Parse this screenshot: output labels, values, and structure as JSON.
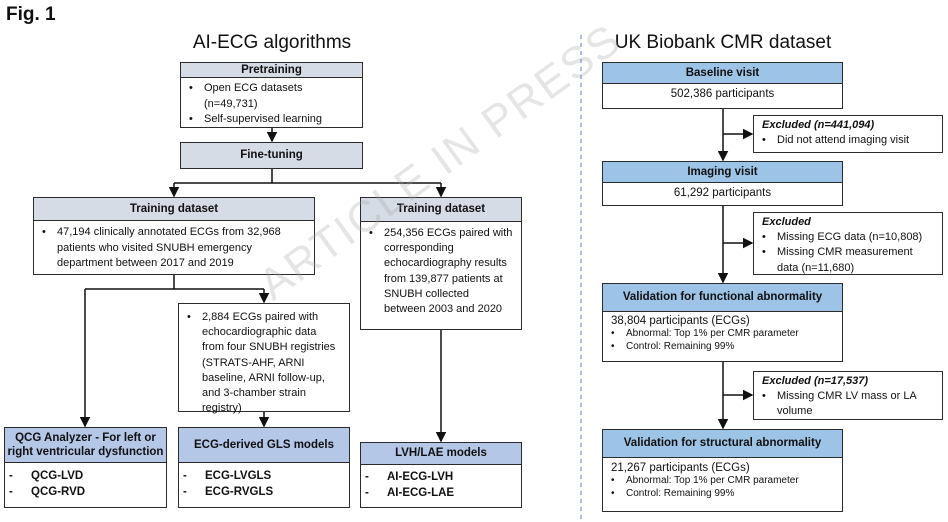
{
  "figure_label": "Fig. 1",
  "watermark": "ARTICLE IN PRESS",
  "colors": {
    "gray_header": "#d6dce5",
    "blue_header": "#9dc3e6",
    "model_header": "#b4c7e7"
  },
  "left": {
    "title": "AI-ECG algorithms",
    "pretraining": {
      "header": "Pretraining",
      "items": [
        "Open ECG datasets (n=49,731)",
        "Self-supervised learning"
      ]
    },
    "finetuning": {
      "header": "Fine-tuning"
    },
    "training_left": {
      "header": "Training dataset",
      "items": [
        "47,194 clinically annotated ECGs from 32,968 patients who visited SNUBH emergency department between 2017 and 2019"
      ]
    },
    "training_right": {
      "header": "Training dataset",
      "items": [
        "254,356 ECGs paired with corresponding echocardiography results from 139,877 patients at SNUBH collected between 2003 and 2020"
      ]
    },
    "gls_data": {
      "items": [
        "2,884 ECGs paired with echocardiographic data from four SNUBH registries (STRATS-AHF, ARNI baseline, ARNI follow-up, and 3-chamber strain registry)"
      ]
    },
    "qcg": {
      "header": "QCG Analyzer - For left or right ventricular dysfunction",
      "models": [
        "QCG-LVD",
        "QCG-RVD"
      ]
    },
    "gls": {
      "header": "ECG-derived GLS models",
      "models": [
        "ECG-LVGLS",
        "ECG-RVGLS"
      ]
    },
    "lvh": {
      "header": "LVH/LAE models",
      "models": [
        "AI-ECG-LVH",
        "AI-ECG-LAE"
      ]
    }
  },
  "right": {
    "title": "UK Biobank CMR dataset",
    "baseline": {
      "header": "Baseline visit",
      "text": "502,386 participants"
    },
    "excluded1": {
      "title": "Excluded (n=441,094)",
      "items": [
        "Did not attend imaging visit"
      ]
    },
    "imaging": {
      "header": "Imaging visit",
      "text": "61,292 participants"
    },
    "excluded2": {
      "title": "Excluded",
      "items": [
        "Missing ECG data (n=10,808)",
        "Missing CMR measurement data (n=11,680)"
      ]
    },
    "functional": {
      "header": "Validation for functional abnormality",
      "text": "38,804 participants (ECGs)",
      "items": [
        "Abnormal: Top 1% per CMR parameter",
        "Control: Remaining 99%"
      ]
    },
    "excluded3": {
      "title": "Excluded (n=17,537)",
      "items": [
        "Missing CMR LV mass or LA volume"
      ]
    },
    "structural": {
      "header": "Validation for structural abnormality",
      "text": "21,267 participants (ECGs)",
      "items": [
        "Abnormal: Top 1% per CMR parameter",
        "Control: Remaining 99%"
      ]
    }
  }
}
